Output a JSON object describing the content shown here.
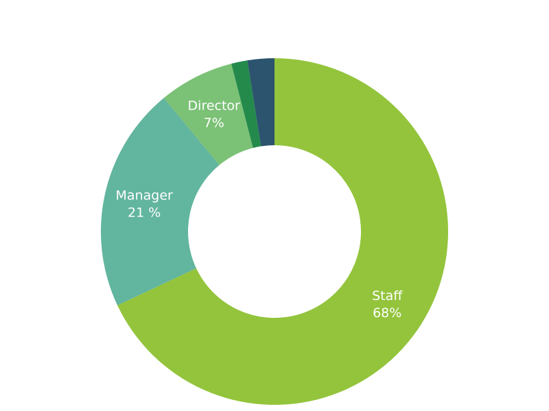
{
  "chart_data": {
    "type": "pie",
    "style": "donut",
    "title": "",
    "slices": [
      {
        "name": "Staff",
        "value": 68,
        "value_label": "68%",
        "color": "#93c43c",
        "labeled": true
      },
      {
        "name": "Manager",
        "value": 21,
        "value_label": "21 %",
        "color": "#62b59e",
        "labeled": true
      },
      {
        "name": "Director",
        "value": 7,
        "value_label": "7%",
        "color": "#7bc176",
        "labeled": true
      },
      {
        "name": "",
        "value": 1.5,
        "value_label": "",
        "color": "#248a4c",
        "labeled": false
      },
      {
        "name": "",
        "value": 2.5,
        "value_label": "",
        "color": "#2c546e",
        "labeled": false
      }
    ],
    "start_angle_deg": 0,
    "direction": "clockwise",
    "legend": "none"
  }
}
